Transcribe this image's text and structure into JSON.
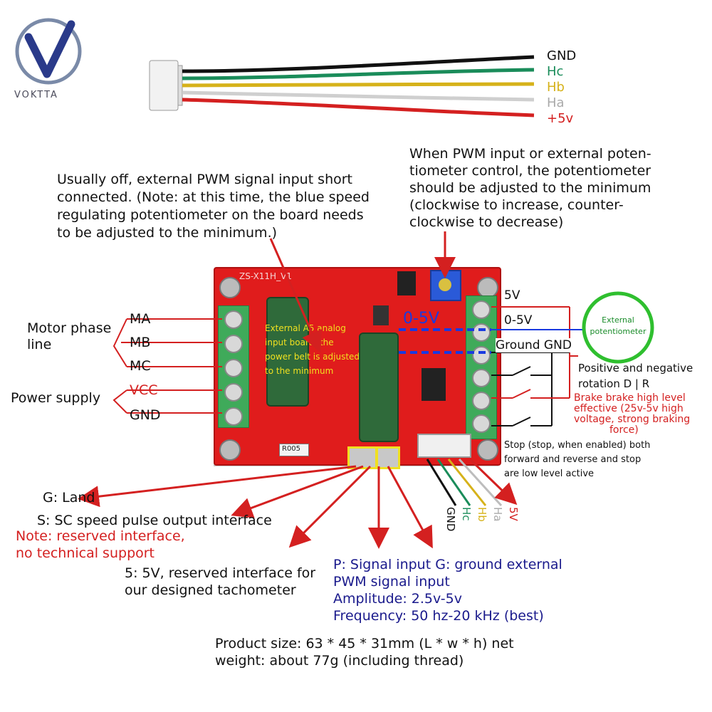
{
  "logo": {
    "text": "VOKTTA"
  },
  "cable": {
    "wires": [
      {
        "label": "GND",
        "color": "#111111"
      },
      {
        "label": "Hc",
        "color": "#1a8c5a"
      },
      {
        "label": "Hb",
        "color": "#d6b21a"
      },
      {
        "label": "Ha",
        "color": "#bdbdbd"
      },
      {
        "label": "+5v",
        "color": "#d42020"
      }
    ]
  },
  "notes": {
    "pwm_short_lines": [
      "Usually off, external PWM signal input short",
      "connected. (Note: at this time, the blue speed",
      "regulating potentiometer on the board needs",
      "to be adjusted to the minimum.)"
    ],
    "pot_lines": [
      "When PWM input or external poten-",
      "tiometer control, the potentiometer",
      "should be adjusted to the minimum",
      "(clockwise to increase, counter-",
      "clockwise to decrease)"
    ],
    "analog_overlay_lines": [
      "External A5 analog",
      "input board, the",
      "power belt is adjusted",
      "to the minimum"
    ]
  },
  "left_terminals": {
    "motor_phase_lines": [
      "Motor phase",
      "line"
    ],
    "phase_labels": [
      "MA",
      "MB",
      "MC"
    ],
    "power_supply": "Power supply",
    "vcc": "VCC",
    "gnd": "GND"
  },
  "right_terminals": {
    "v5": "5V",
    "v05": "0-5V",
    "ground": "Ground GND",
    "overlay_05v": "0-5V",
    "external_pot_lines": [
      "External",
      "potentiometer"
    ],
    "direction_lines": [
      "Positive and negative",
      "rotation D | R"
    ],
    "brake_lines": [
      "Brake brake high level",
      "effective (25v-5v high",
      "voltage, strong braking",
      "force)"
    ],
    "stop_lines": [
      "Stop (stop, when enabled) both",
      "forward and reverse and stop",
      "are low level active"
    ]
  },
  "board": {
    "silk": "ZS-X11H_V1",
    "resistor": "R005"
  },
  "hall_connector_labels": [
    "GND",
    "Hc",
    "Hb",
    "Ha",
    "5V"
  ],
  "bottom": {
    "g_land": "G: Land",
    "s_speed": "S: SC speed pulse output interface",
    "note_lines": [
      "Note: reserved interface,",
      "no technical support"
    ],
    "five_v_lines": [
      "5: 5V, reserved interface for",
      "our designed tachometer"
    ],
    "pwm_lines": [
      "P: Signal input G: ground external",
      "PWM signal input",
      "Amplitude: 2.5v-5v",
      "Frequency: 50 hz-20 kHz (best)"
    ],
    "product_lines": [
      "Product size: 63 * 45 * 31mm (L * w * h) net",
      "weight: about 77g (including thread)"
    ]
  },
  "colors": {
    "accent_red": "#d42020",
    "navy": "#1a1a8c",
    "pcb": "#e01c1c",
    "pot_ring": "#2fbf2f",
    "dash_blue": "#1a3ae0"
  }
}
